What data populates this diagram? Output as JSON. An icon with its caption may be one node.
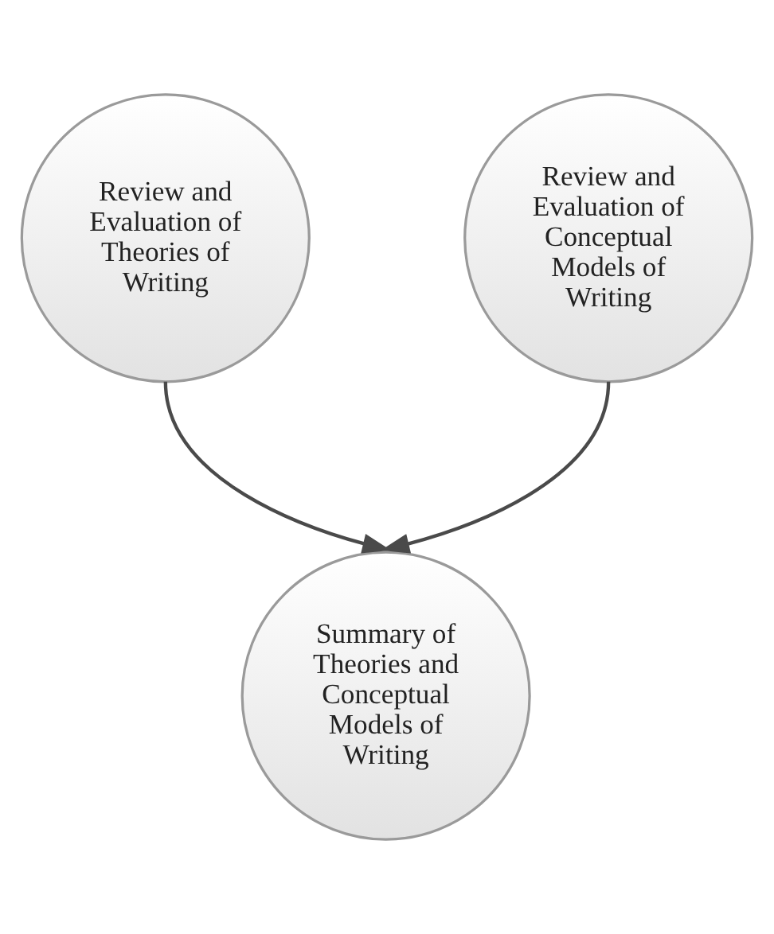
{
  "diagram": {
    "nodes": [
      {
        "text": [
          "Review and Evaluation of Theories of Writing"
        ]
      },
      {
        "text": [
          "Review and Evaluation of Conceptual Models of Writing"
        ]
      },
      {
        "text": [
          "Summary of Theories and Conceptual Models of Writing"
        ]
      }
    ],
    "edges": [
      {
        "from": 0,
        "to": 2,
        "arrow": "to"
      },
      {
        "from": 1,
        "to": 2,
        "arrow": "to"
      }
    ]
  }
}
